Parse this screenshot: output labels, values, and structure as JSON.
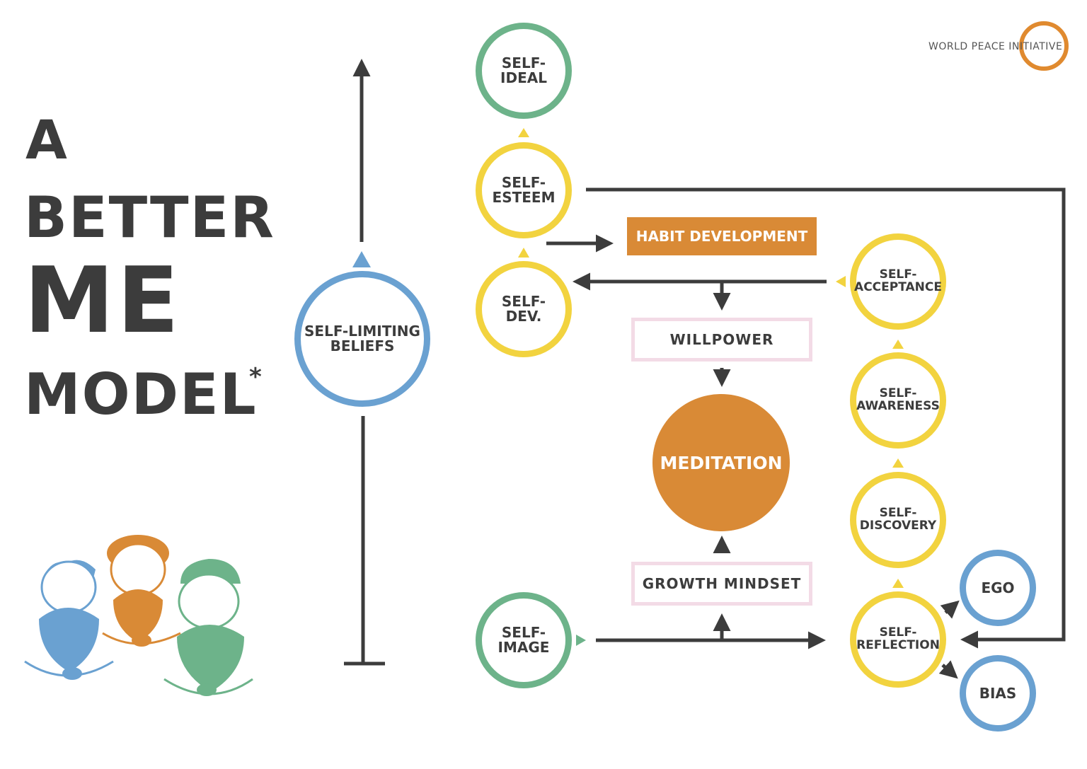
{
  "title": {
    "line1": "A",
    "line2": "BETTER",
    "line3": "ME",
    "line4": "MODEL",
    "asterisk": "*"
  },
  "logo": {
    "text": "WORLD PEACE INITIATIVE",
    "ring_color": "#e08a2f"
  },
  "colors": {
    "green": "#6db38a",
    "yellow": "#f2d33f",
    "blue": "#6aa1d1",
    "orange": "#d98a36",
    "pink": "#f3dbe6",
    "dark": "#3c3c3c"
  },
  "nodes": {
    "self_limiting_beliefs": "SELF-LIMITING\nBELIEFS",
    "self_ideal": "SELF-\nIDEAL",
    "self_esteem": "SELF-\nESTEEM",
    "self_dev": "SELF-\nDEV.",
    "self_image": "SELF-\nIMAGE",
    "self_acceptance": "SELF-\nACCEPTANCE",
    "self_awareness": "SELF-\nAWARENESS",
    "self_discovery": "SELF-\nDISCOVERY",
    "self_reflection": "SELF-\nREFLECTION",
    "ego": "EGO",
    "bias": "BIAS",
    "habit_development": "HABIT DEVELOPMENT",
    "willpower": "WILLPOWER",
    "meditation": "MEDITATION",
    "growth_mindset": "GROWTH MINDSET"
  },
  "illustration": {
    "figures": [
      "blue-figure",
      "orange-figure",
      "green-figure"
    ]
  }
}
